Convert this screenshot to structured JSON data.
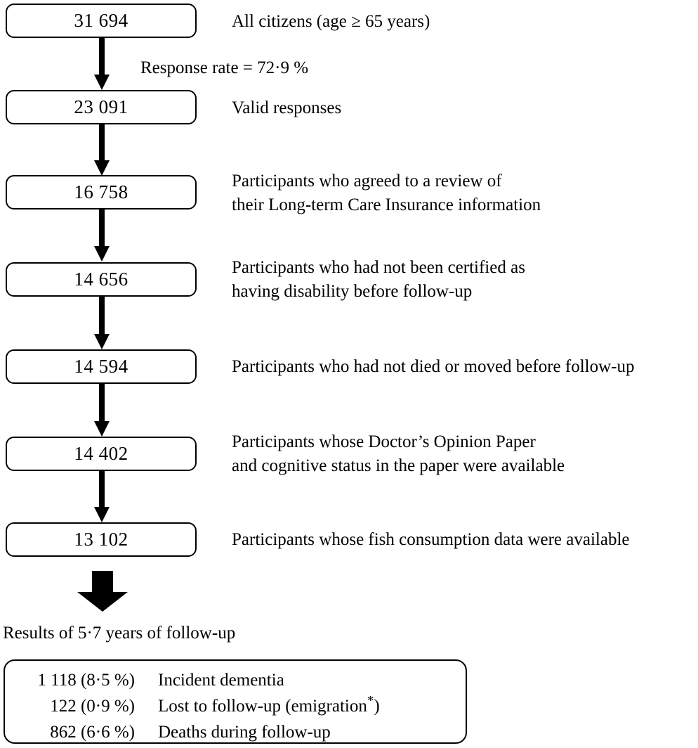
{
  "figure": {
    "type": "flowchart",
    "orientation": "vertical",
    "nodes": [
      {
        "count": "31 694",
        "description": "All citizens (age ≥ 65 years)"
      },
      {
        "count": "23 091",
        "description": "Valid responses"
      },
      {
        "count": "16 758",
        "description": "Participants who agreed to a review of\ntheir Long-term Care Insurance information"
      },
      {
        "count": "14 656",
        "description": "Participants who had not been certified as\nhaving disability before follow-up"
      },
      {
        "count": "14 594",
        "description": "Participants who had not died or moved before follow-up"
      },
      {
        "count": "14 402",
        "description": "Participants whose Doctor’s Opinion Paper\nand cognitive status in the paper were available"
      },
      {
        "count": "13 102",
        "description": "Participants whose fish consumption data were available"
      }
    ],
    "edge_notes": [
      {
        "after_node": 0,
        "text": "Response rate = 72·9 %"
      }
    ],
    "results": {
      "title": "Results of 5·7 years of follow-up",
      "rows": [
        {
          "value": "1 118 (8·5 %)",
          "label": "Incident dementia",
          "superscript": ""
        },
        {
          "value": "122 (0·9 %)",
          "label_pre": "Lost to follow-up (emigration",
          "superscript": "*",
          "label_post": ")",
          "label": "Lost to follow-up (emigration*)"
        },
        {
          "value": "862 (6·6 %)",
          "label": "Deaths during follow-up",
          "superscript": ""
        }
      ]
    },
    "colors": {
      "stroke": "#000000",
      "fill": "#ffffff",
      "text": "#000000"
    }
  }
}
